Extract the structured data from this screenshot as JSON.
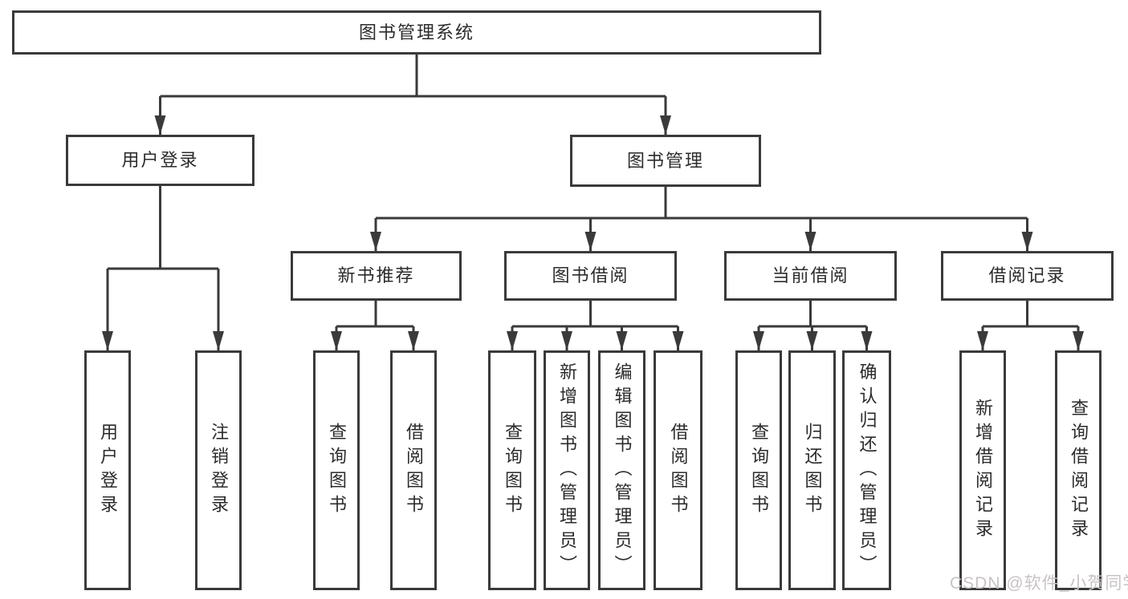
{
  "diagram": {
    "tree": {
      "label": "图书管理系统",
      "children": [
        {
          "label": "用户登录",
          "children": [
            {
              "label": "用户登录"
            },
            {
              "label": "注销登录"
            }
          ]
        },
        {
          "label": "图书管理",
          "children": [
            {
              "label": "新书推荐",
              "children": [
                {
                  "label": "查询图书"
                },
                {
                  "label": "借阅图书"
                }
              ]
            },
            {
              "label": "图书借阅",
              "children": [
                {
                  "label": "查询图书"
                },
                {
                  "label": "新增图书（管理员）"
                },
                {
                  "label": "编辑图书（管理员）"
                },
                {
                  "label": "借阅图书"
                }
              ]
            },
            {
              "label": "当前借阅",
              "children": [
                {
                  "label": "查询图书"
                },
                {
                  "label": "归还图书"
                },
                {
                  "label": "确认归还（管理员）"
                }
              ]
            },
            {
              "label": "借阅记录",
              "children": [
                {
                  "label": "新增借阅记录"
                },
                {
                  "label": "查询借阅记录"
                }
              ]
            }
          ]
        }
      ]
    },
    "colors": {
      "line": "#3a3a3a",
      "text": "#2b2b2b",
      "watermark": "#c9c3c3",
      "background": "#ffffff"
    },
    "watermark": {
      "text": "CSDN @软件_小贺同学"
    }
  }
}
